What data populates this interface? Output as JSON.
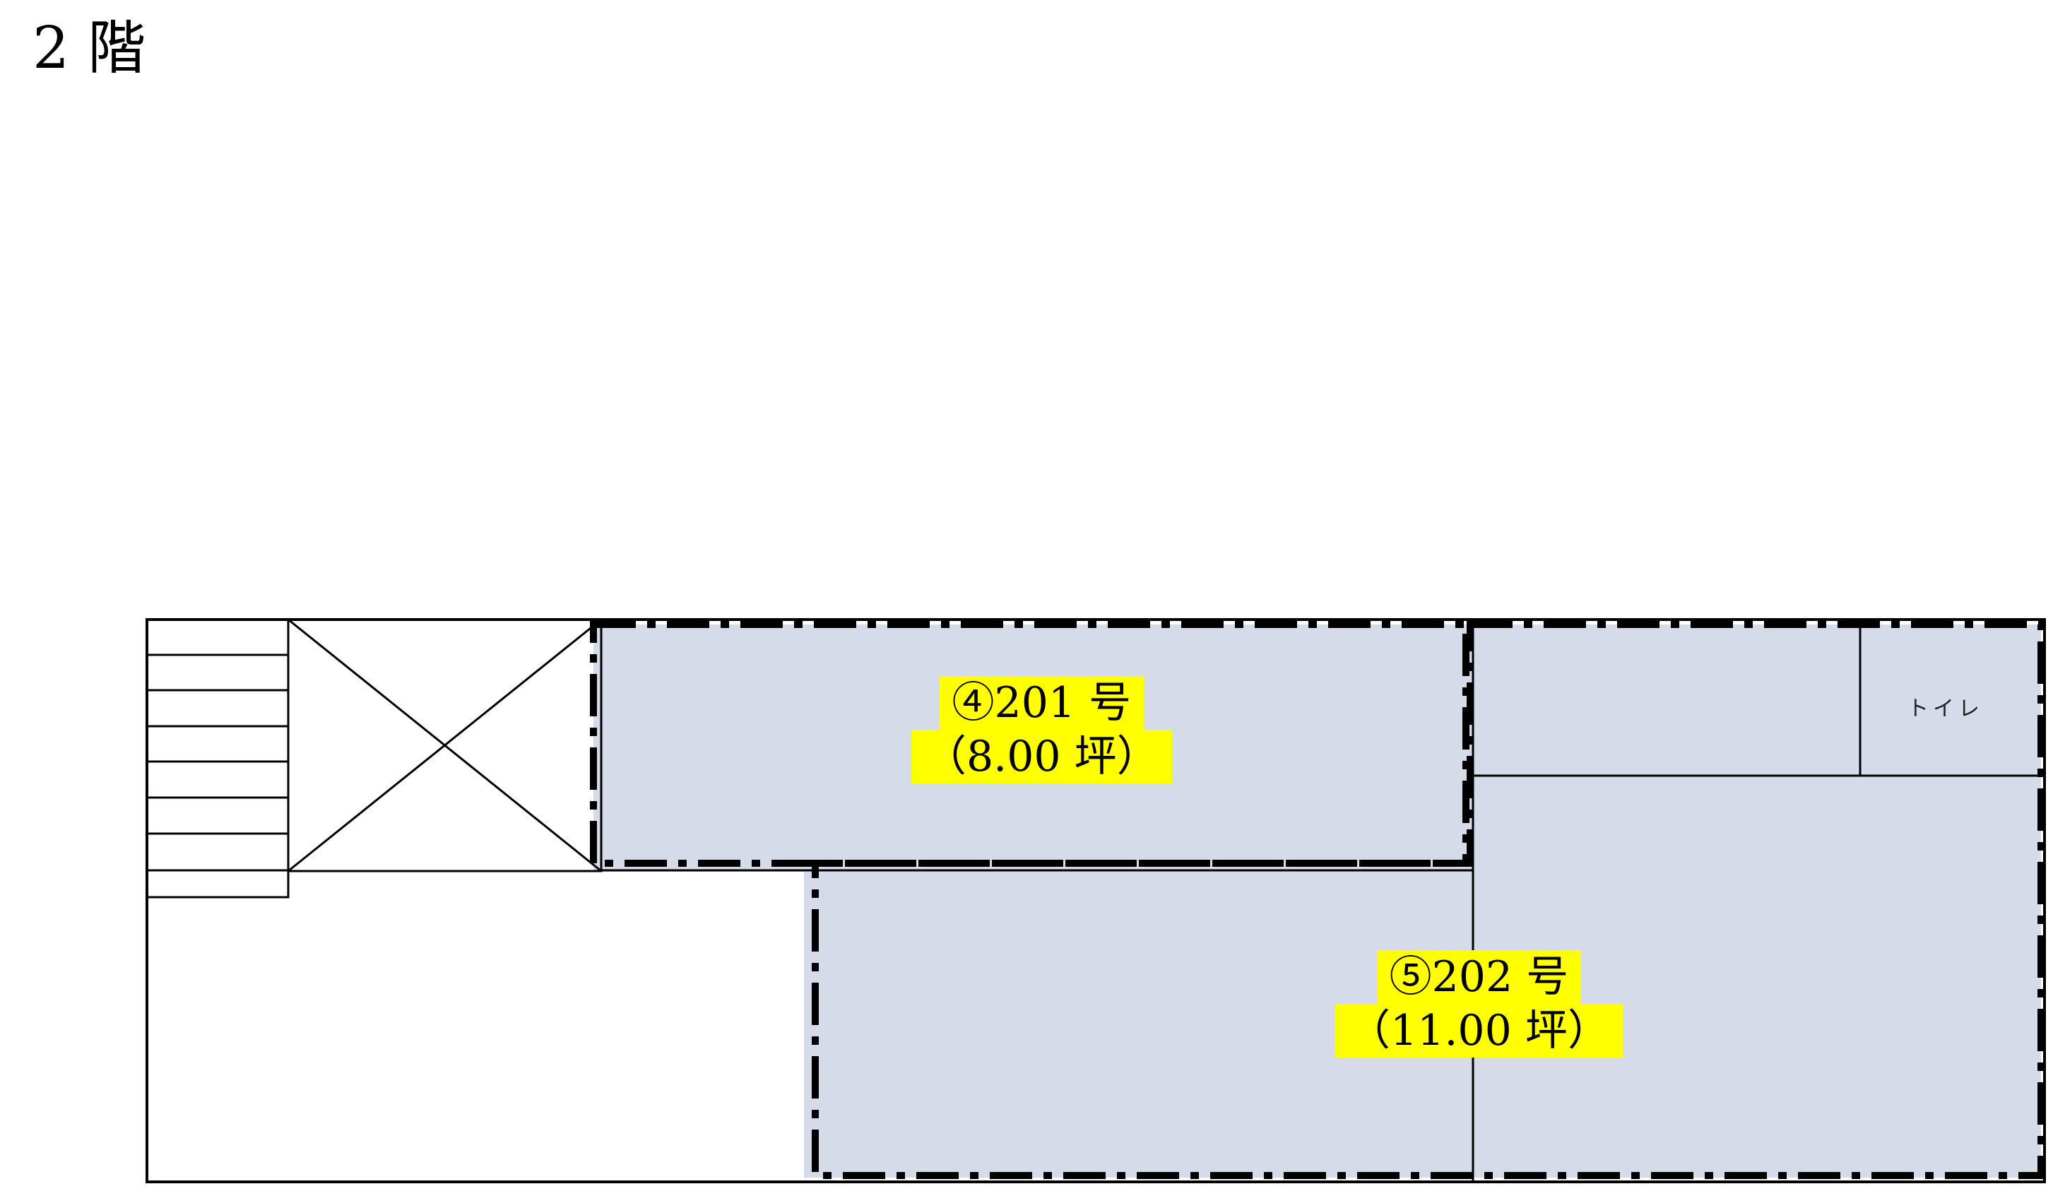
{
  "floor": {
    "title": "2 階"
  },
  "units": [
    {
      "number_label": "④201 号",
      "area_label": "（8.00 坪）"
    },
    {
      "number_label": "⑤202 号",
      "area_label": "（11.00 坪）"
    }
  ],
  "rooms": {
    "toilet_label": "トイレ"
  },
  "colors": {
    "unit_fill": "#d5dbe8",
    "label_highlight": "#ffff00",
    "wall": "#000000"
  }
}
